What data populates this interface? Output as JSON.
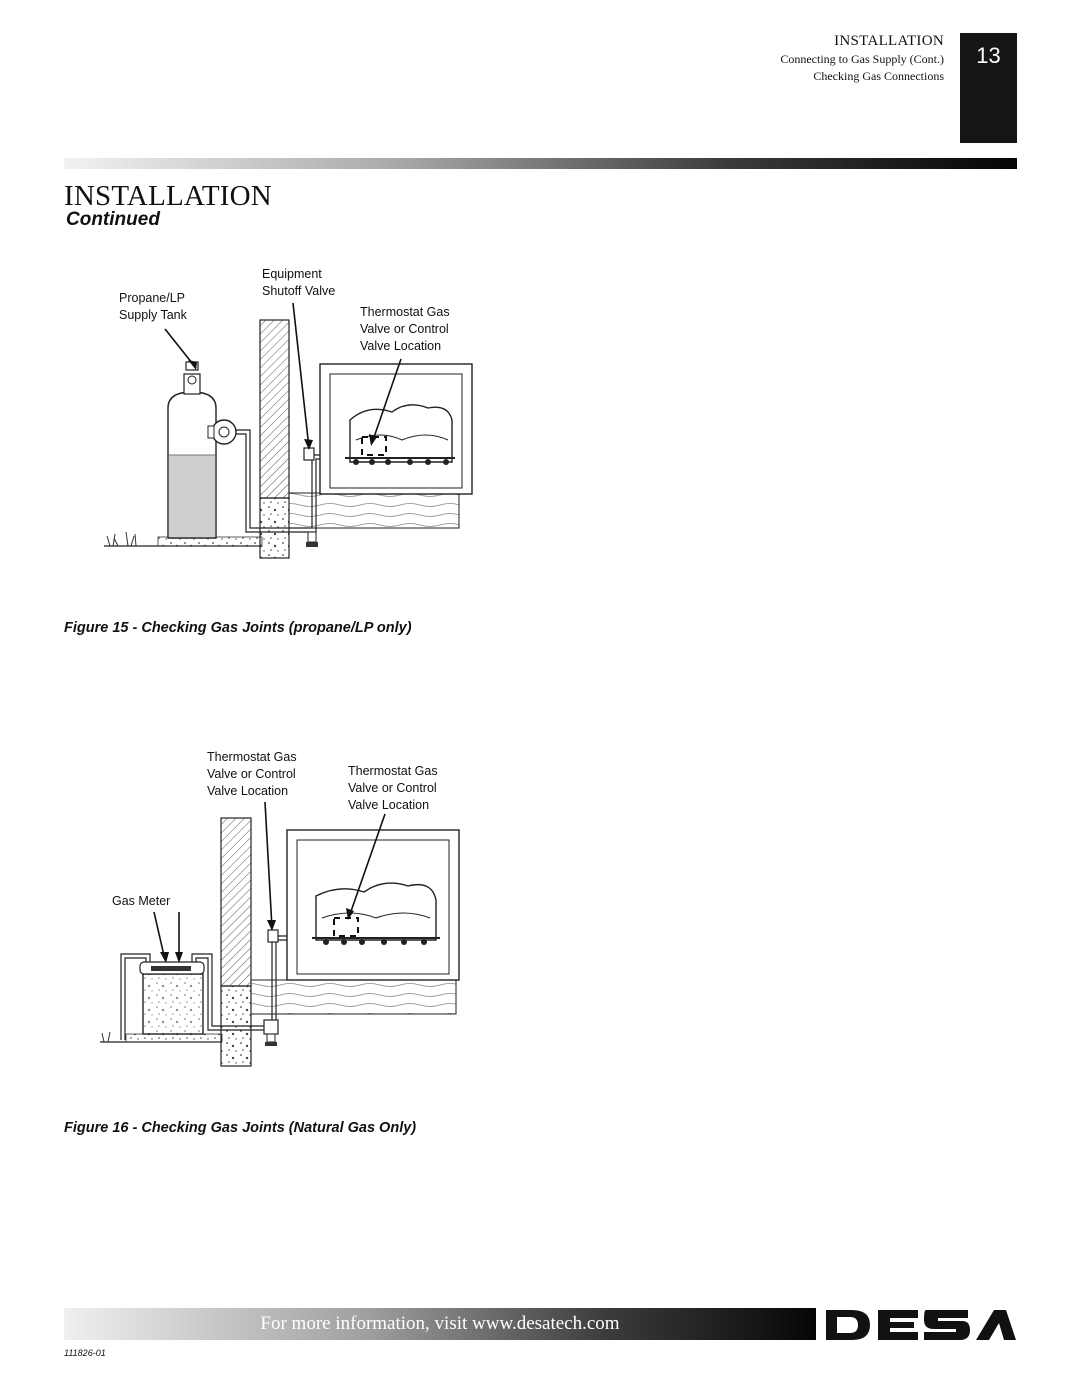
{
  "header": {
    "section": "INSTALLATION",
    "line1": "Connecting to Gas Supply (Cont.)",
    "line2": "Checking Gas Connections",
    "page_number": "13"
  },
  "section": {
    "title": "INSTALLATION",
    "subtitle": "Continued"
  },
  "figure15": {
    "caption": "Figure 15 - Checking Gas Joints (propane/LP only)",
    "labels": {
      "tank": [
        "Propane/LP",
        "Supply Tank"
      ],
      "shutoff": [
        "Equipment",
        "Shutoff Valve"
      ],
      "thermostat": [
        "Thermostat Gas",
        "Valve or Control",
        "Valve Location"
      ]
    }
  },
  "figure16": {
    "caption": "Figure 16 - Checking Gas Joints (Natural Gas Only)",
    "labels": {
      "thermostat_left": [
        "Thermostat Gas",
        "Valve or Control",
        "Valve Location"
      ],
      "thermostat_right": [
        "Thermostat Gas",
        "Valve or Control",
        "Valve Location"
      ],
      "meter": "Gas Meter"
    }
  },
  "footer": {
    "text": "For more information, visit www.desatech.com",
    "doc_number": "111826-01",
    "logo_icon": "desa-logo"
  }
}
